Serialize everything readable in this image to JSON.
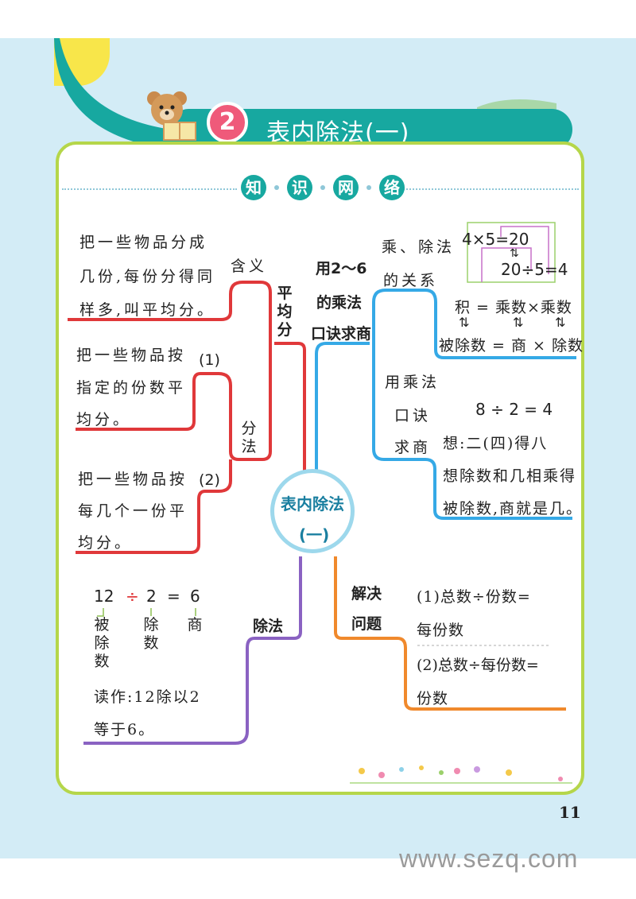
{
  "header": {
    "chapter_number": "2",
    "title": "表内除法(一)"
  },
  "network_title": [
    "知",
    "识",
    "网",
    "络"
  ],
  "center": {
    "line1": "表内除法",
    "line2": "(一)"
  },
  "left_branch": {
    "label": [
      "平",
      "均",
      "分"
    ],
    "meaning": {
      "label": "含义",
      "lines": [
        "把一些物品分成",
        "几份,每份分得同",
        "样多,叫平均分。"
      ]
    },
    "method": {
      "label": [
        "分",
        "法"
      ],
      "item1": {
        "num": "(1)",
        "lines": [
          "把一些物品按",
          "指定的份数平",
          "均分。"
        ]
      },
      "item2": {
        "num": "(2)",
        "lines": [
          "把一些物品按",
          "每几个一份平",
          "均分。"
        ]
      }
    }
  },
  "right_branch": {
    "label": [
      "用2～6",
      "的乘法",
      "口诀求商"
    ],
    "relation": {
      "label": [
        "乘、除法",
        "的关系"
      ],
      "eq1": "4×5=20",
      "eq2": "20÷5=4",
      "formula1": "积 = 乘数×乘数",
      "formula2": "被除数 = 商 × 除数",
      "swap_symbol": "⇅"
    },
    "use_mult": {
      "label": [
        "用乘法",
        "口诀",
        "求商"
      ],
      "example": "8 ÷ 2 = 4",
      "lines": [
        "想:二(四)得八",
        "想除数和几相乘得",
        "被除数,商就是几。"
      ]
    }
  },
  "bottom_left": {
    "label": "除法",
    "equation": {
      "dividend": "12",
      "div": "÷",
      "divisor": "2",
      "eq": "=",
      "quotient": "6"
    },
    "parts": {
      "dividend": [
        "被",
        "除",
        "数"
      ],
      "divisor": [
        "除",
        "数"
      ],
      "quotient": [
        "商"
      ]
    },
    "read_lines": [
      "读作:12除以2",
      "等于6。"
    ]
  },
  "bottom_right": {
    "label": [
      "解决",
      "问题"
    ],
    "item1": [
      "(1)总数÷份数=",
      "每份数"
    ],
    "item2": [
      "(2)总数÷每份数=",
      "份数"
    ]
  },
  "page_number": "11",
  "watermark": "www.sezq.com",
  "colors": {
    "teal": "#17a8a0",
    "red": "#e0383a",
    "blue": "#35a9e6",
    "purple": "#8a62c2",
    "orange": "#f0892c",
    "green_border": "#b5d64a"
  }
}
